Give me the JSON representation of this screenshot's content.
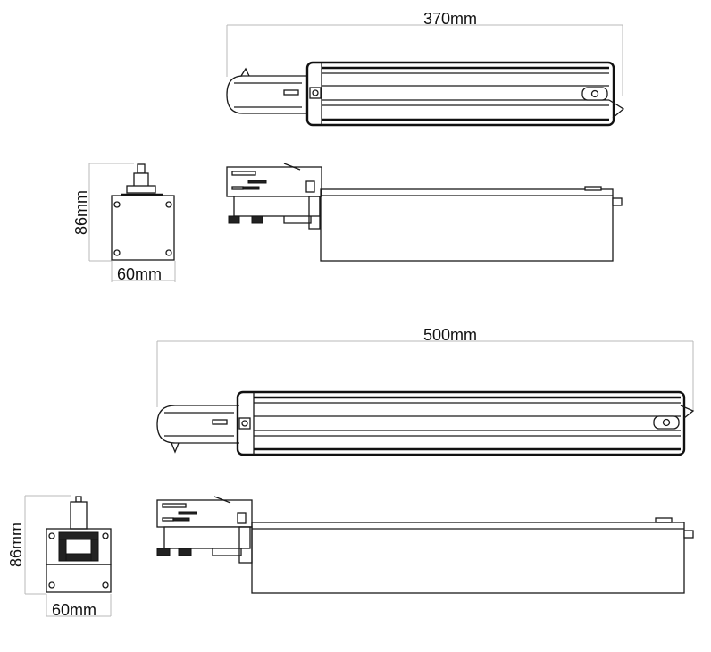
{
  "dimensions": {
    "top_length": "370mm",
    "top_height": "86mm",
    "top_width": "60mm",
    "bottom_length": "500mm",
    "bottom_height": "86mm",
    "bottom_width": "60mm"
  }
}
